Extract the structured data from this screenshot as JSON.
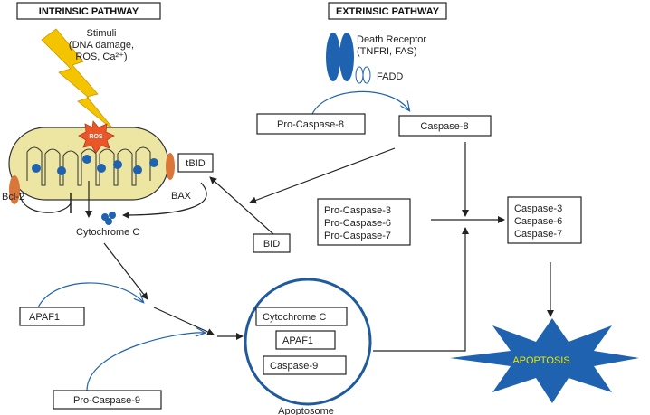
{
  "headers": {
    "intrinsic": "INTRINSIC PATHWAY",
    "extrinsic": "EXTRINSIC PATHWAY"
  },
  "stimuli": {
    "line1": "Stimuli",
    "line2": "(DNA damage,",
    "line3": "ROS, Ca²⁺)"
  },
  "death_receptor": {
    "line1": "Death Receptor",
    "line2": "(TNFRI, FAS)",
    "fadd": "FADD"
  },
  "boxes": {
    "pro_caspase_8": "Pro-Caspase-8",
    "caspase_8": "Caspase-8",
    "tbid": "tBID",
    "bid": "BID",
    "pro_caspases": [
      "Pro-Caspase-3",
      "Pro-Caspase-6",
      "Pro-Caspase-7"
    ],
    "caspases": [
      "Caspase-3",
      "Caspase-6",
      "Caspase-7"
    ],
    "apaf1": "APAF1",
    "pro_caspase_9": "Pro-Caspase-9"
  },
  "mito": {
    "ros": "ROS",
    "bcl2": "Bcl-2",
    "bax": "BAX",
    "cytochrome_c": "Cytochrome C"
  },
  "apoptosome": {
    "items": [
      "Cytochrome C",
      "APAF1",
      "Caspase-9"
    ],
    "label": "Apoptosome"
  },
  "apoptosis": "APOPTOSIS",
  "colors": {
    "blue": "#1f63b0",
    "mito_fill": "#ede6a2",
    "bolt": "#f5c400",
    "ros_burst": "#e8562a",
    "bax": "#d9763a",
    "apoptosis_text": "#e6e600"
  }
}
